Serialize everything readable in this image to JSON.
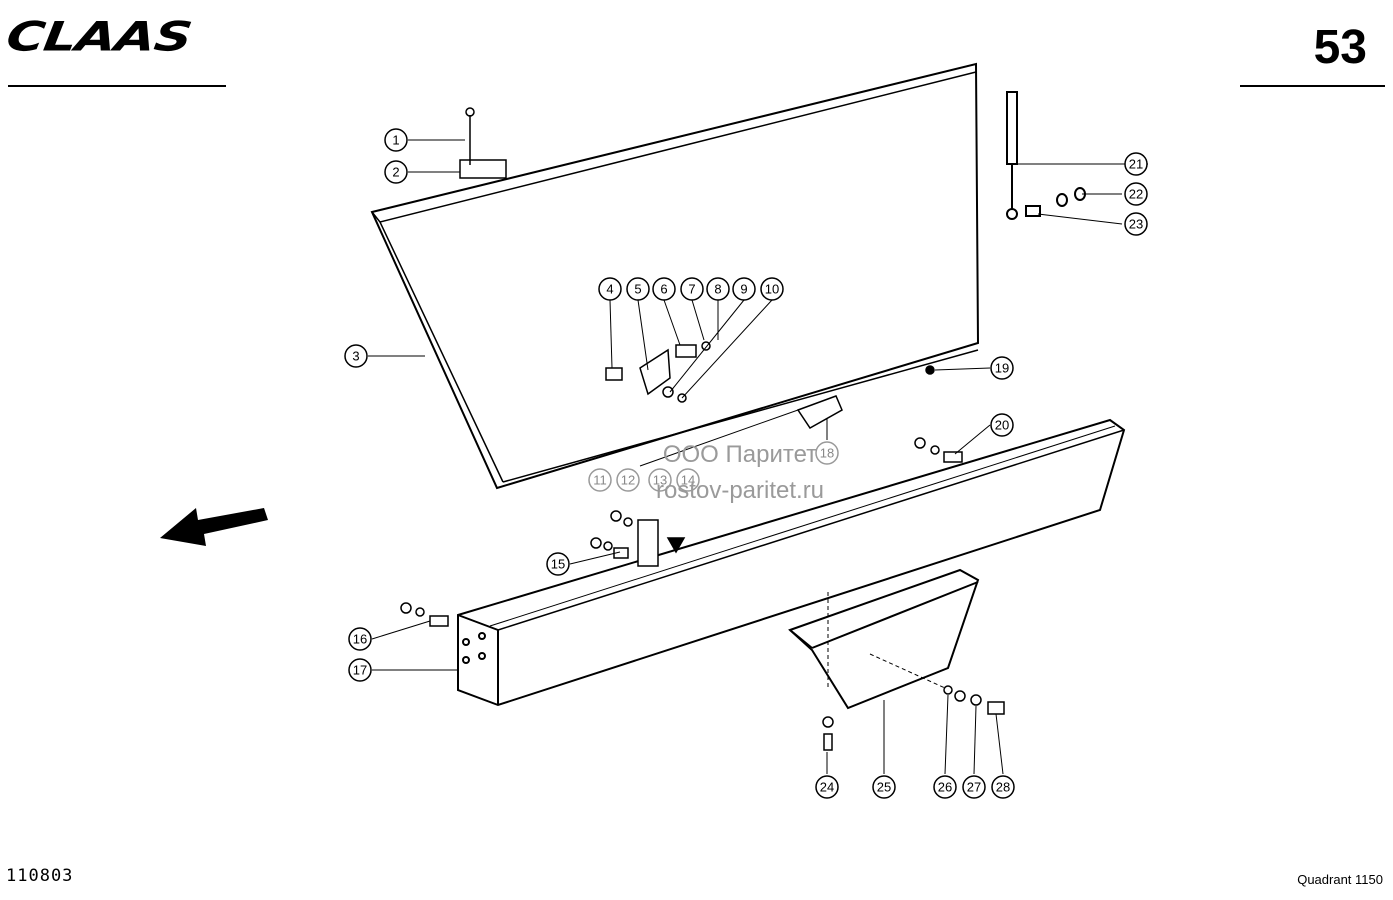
{
  "header": {
    "brand": "CLAAS",
    "page_number": "53"
  },
  "footer": {
    "doc_number": "110803",
    "model": "Quadrant 1150"
  },
  "watermark": {
    "line1": "ООО Паритет",
    "line2": "rostov-paritet.ru"
  },
  "callouts": [
    "1",
    "2",
    "3",
    "4",
    "5",
    "6",
    "7",
    "8",
    "9",
    "10",
    "11",
    "12",
    "13",
    "14",
    "15",
    "16",
    "17",
    "18",
    "19",
    "20",
    "21",
    "22",
    "23",
    "24",
    "25",
    "26",
    "27",
    "28"
  ]
}
